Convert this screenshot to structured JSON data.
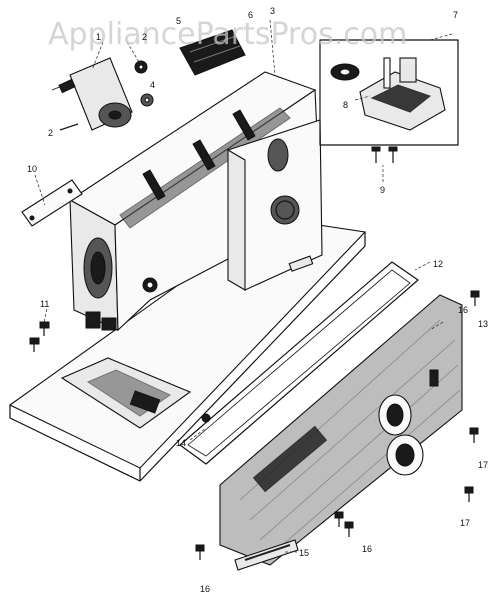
{
  "watermark": "AppliancePartsPros.com",
  "callouts": [
    {
      "key": "c1",
      "text": "1"
    },
    {
      "key": "c2a",
      "text": "2"
    },
    {
      "key": "c2b",
      "text": "2"
    },
    {
      "key": "c3",
      "text": "3"
    },
    {
      "key": "c4",
      "text": "4"
    },
    {
      "key": "c5",
      "text": "5"
    },
    {
      "key": "c6",
      "text": "6"
    },
    {
      "key": "c7",
      "text": "7"
    },
    {
      "key": "c8",
      "text": "8"
    },
    {
      "key": "c9",
      "text": "9"
    },
    {
      "key": "c10",
      "text": "10"
    },
    {
      "key": "c11",
      "text": "11"
    },
    {
      "key": "c12",
      "text": "12"
    },
    {
      "key": "c13",
      "text": "13"
    },
    {
      "key": "c14",
      "text": "14"
    },
    {
      "key": "c15",
      "text": "15"
    },
    {
      "key": "c16a",
      "text": "16"
    },
    {
      "key": "c16b",
      "text": "16"
    },
    {
      "key": "c16c",
      "text": "16"
    },
    {
      "key": "c17a",
      "text": "17"
    },
    {
      "key": "c17b",
      "text": "17"
    }
  ],
  "colors": {
    "ink": "#111111",
    "watermark": "#c8c8c8",
    "background": "#ffffff"
  }
}
